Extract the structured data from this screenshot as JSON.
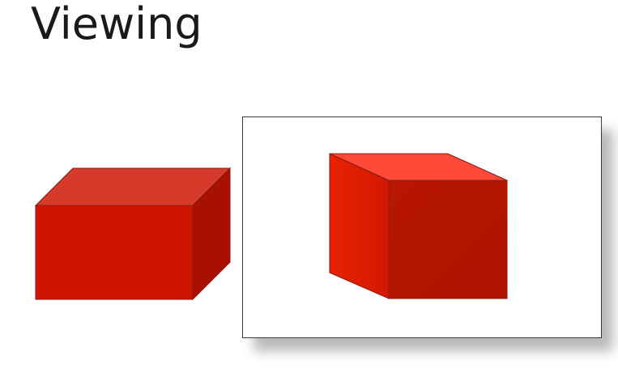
{
  "slide": {
    "title": "Viewing"
  },
  "colors": {
    "box_front": "#cf1400",
    "box_top": "#d63a2b",
    "box_side": "#a81000",
    "cube_front": "#b81700",
    "cube_left": "#e01b00",
    "cube_top": "#ff4a3a",
    "edge": "#8a1a10",
    "frame_border": "#3a3a3a"
  },
  "illustrations": {
    "left": "perspective-box",
    "right": "framed-cube-view"
  }
}
